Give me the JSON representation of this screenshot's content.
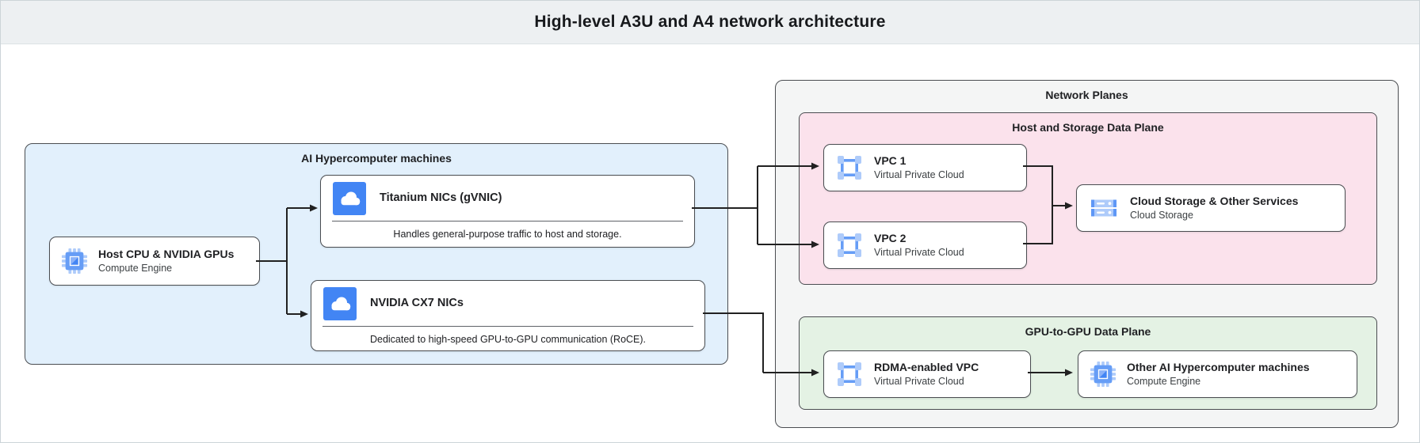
{
  "header": {
    "title": "High-level A3U and A4 network architecture"
  },
  "colors": {
    "header_bg": "#edf0f2",
    "container_blue_bg": "#e2f0fc",
    "container_gray_bg": "#f4f5f5",
    "plane_pink_bg": "#fbe2ec",
    "plane_green_bg": "#e4f2e4",
    "border_dark": "#4a4d51",
    "arrow": "#212121",
    "icon_blue_primary": "#4285f4",
    "icon_blue_medium": "#669df6",
    "icon_blue_light": "#aecbfa"
  },
  "diagram": {
    "ai_machines": {
      "label": "AI Hypercomputer machines",
      "nodes": {
        "host": {
          "title": "Host CPU & NVIDIA GPUs",
          "subtitle": "Compute Engine",
          "icon": "compute-engine-icon"
        },
        "titanium": {
          "title": "Titanium NICs (gVNIC)",
          "description": "Handles general-purpose traffic to host and storage.",
          "icon": "nic-cloud-icon"
        },
        "cx7": {
          "title": "NVIDIA CX7 NICs",
          "description": "Dedicated to high-speed GPU-to-GPU communication (RoCE).",
          "icon": "nic-cloud-icon"
        }
      }
    },
    "network_planes": {
      "label": "Network Planes",
      "host_storage_plane": {
        "label": "Host and Storage Data Plane",
        "nodes": {
          "vpc1": {
            "title": "VPC 1",
            "subtitle": "Virtual Private Cloud",
            "icon": "vpc-icon"
          },
          "vpc2": {
            "title": "VPC 2",
            "subtitle": "Virtual Private Cloud",
            "icon": "vpc-icon"
          },
          "storage": {
            "title": "Cloud Storage & Other Services",
            "subtitle": "Cloud Storage",
            "icon": "cloud-storage-icon"
          }
        }
      },
      "gpu_plane": {
        "label": "GPU-to-GPU Data Plane",
        "nodes": {
          "rdma": {
            "title": "RDMA-enabled VPC",
            "subtitle": "Virtual Private Cloud",
            "icon": "vpc-icon"
          },
          "other": {
            "title": "Other AI Hypercomputer machines",
            "subtitle": "Compute Engine",
            "icon": "compute-engine-icon"
          }
        }
      }
    }
  }
}
